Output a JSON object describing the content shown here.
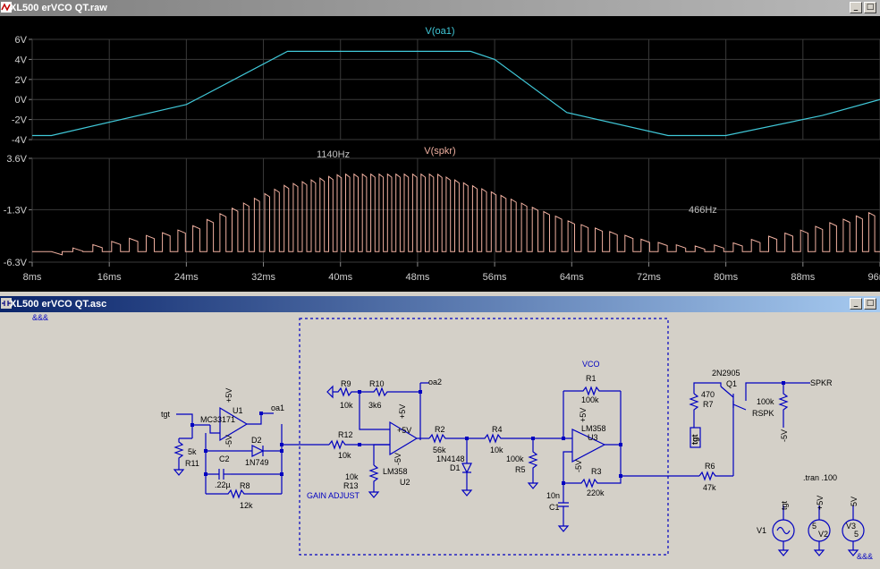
{
  "plot_window": {
    "title": "XL500 erVCO QT.raw",
    "minimize": "_",
    "restore": "□"
  },
  "schematic_window": {
    "title": "XL500 erVCO QT.asc",
    "minimize": "_",
    "restore": "□"
  },
  "chart_data": [
    {
      "type": "line",
      "title": "V(oa1)",
      "ylim": [
        -4,
        6
      ],
      "y_ticks": [
        "6V",
        "4V",
        "2V",
        "0V",
        "-2V",
        "-4V"
      ],
      "x_ticks": [
        "8ms",
        "16ms",
        "24ms",
        "32ms",
        "40ms",
        "48ms",
        "56ms",
        "64ms",
        "72ms",
        "80ms",
        "88ms",
        "96ms"
      ],
      "xlim": [
        8,
        96
      ],
      "grid": true,
      "series": [
        {
          "name": "V(oa1)",
          "color": "#40c8d8",
          "x": [
            8,
            10,
            24,
            26,
            34.5,
            53.5,
            56,
            63.5,
            74,
            80,
            90,
            96
          ],
          "y": [
            -3.6,
            -3.6,
            -0.5,
            0.5,
            4.8,
            4.8,
            4.0,
            -1.3,
            -3.6,
            -3.6,
            -1.6,
            0.0
          ]
        }
      ]
    },
    {
      "type": "line",
      "title": "V(spkr)",
      "ylim": [
        -6.3,
        3.6
      ],
      "y_ticks": [
        "3.6V",
        "-1.3V",
        "-6.3V"
      ],
      "x_ticks": [
        "8ms",
        "16ms",
        "24ms",
        "32ms",
        "40ms",
        "48ms",
        "56ms",
        "64ms",
        "72ms",
        "80ms",
        "88ms",
        "96ms"
      ],
      "xlim": [
        8,
        96
      ],
      "grid": true,
      "annotations": [
        "1140Hz",
        "466Hz"
      ],
      "series": [
        {
          "name": "V(spkr)",
          "color": "#f0b0a0",
          "envelope_x": [
            8,
            10,
            24,
            34,
            40,
            50,
            56,
            64,
            72,
            76,
            80,
            88,
            96
          ],
          "envelope_y": [
            -5.3,
            -5.3,
            -3.1,
            1.0,
            2.1,
            2.1,
            0.3,
            -2.5,
            -4.3,
            -4.8,
            -4.6,
            -3.2,
            -1.3
          ],
          "low_y": -5.3
        }
      ]
    }
  ],
  "schematic": {
    "top_label": "&&&",
    "bottom_label": "&&&",
    "net_labels": {
      "tgt": "tgt",
      "oa1": "oa1",
      "oa2": "oa2",
      "vco": "VCO",
      "spkr": "SPKR",
      "gain_adjust": "GAIN ADJUST",
      "tran": ".tran .100",
      "tgt_box": "tgt"
    },
    "parts": {
      "r9": "R9",
      "r9v": "10k",
      "r10": "R10",
      "r10v": "3k6",
      "r1": "R1",
      "r1v": "100k",
      "r2": "R2",
      "r2v": "56k",
      "r4": "R4",
      "r4v": "10k",
      "r5": "R5",
      "r5v": "100k",
      "r3": "R3",
      "r3v": "220k",
      "r6": "R6",
      "r6v": "47k",
      "r7": "R7",
      "r7v": "470",
      "rspk": "RSPK",
      "rspkv": "100k",
      "r11": "R11",
      "r11v": "5k",
      "r12": "R12",
      "r12v": "10k",
      "r13": "R13",
      "r13v": "10k",
      "r8": "R8",
      "r8v": "12k",
      "c2": "C2",
      "c2v": ".22µ",
      "c1": "C1",
      "c1v": "10n",
      "d1": "D1",
      "d1v": "1N4148",
      "d2": "D2",
      "d2v": "1N749",
      "u1": "U1",
      "u1v": "MC33171",
      "u2": "U2",
      "u2v": "LM358",
      "u3": "U3",
      "u3v": "LM358",
      "q1": "Q1",
      "q1v": "2N2905",
      "v1": "V1",
      "v2": "V2",
      "v3": "V3",
      "v2v": "5",
      "v3v": "5",
      "pos5": "+5V",
      "neg5": "-5V",
      "p5": "5V"
    }
  }
}
